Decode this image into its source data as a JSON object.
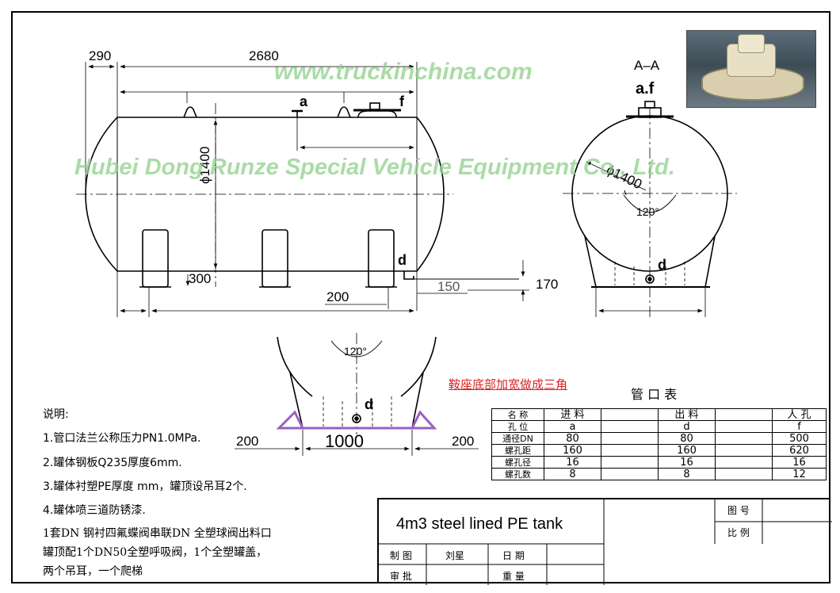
{
  "watermark": {
    "url": "www.truckinchina.com",
    "company": "Hubei Dong Runze Special Vehicle Equipment Co., Ltd."
  },
  "side_view": {
    "dim_overhang": "290",
    "dim_length": "2680",
    "dim_diameter": "ϕ1400",
    "dim_saddle_height": "300",
    "dim_200": "200",
    "dim_150": "150",
    "dim_170": "170",
    "label_a": "a",
    "label_f": "f",
    "label_d": "d"
  },
  "section_view": {
    "title": "A–A",
    "label_af": "a.f",
    "dim_diameter": "ϕ1400",
    "angle": "120°",
    "label_d": "d"
  },
  "saddle_detail": {
    "angle": "120°",
    "label_d": "d",
    "dim_width": "1000",
    "dim_left": "200",
    "dim_right": "200",
    "note_red": "鞍座底部加宽做成三角"
  },
  "notes": {
    "heading": "说明:",
    "line1": "1.管口法兰公称压力PN1.0MPa.",
    "line2": "2.罐体钢板Q235厚度6mm.",
    "line3": "3.罐体衬塑PE厚度        mm，罐顶设吊耳2个.",
    "line4": "4.罐体喷三道防锈漆.",
    "line5": "1套DN   钢衬四氟蝶阀串联DN   全塑球阀出料口",
    "line6": "罐顶配1个DN50全塑呼吸阀，1个全塑罐盖，",
    "line7": "两个吊耳，一个爬梯"
  },
  "pipe_table": {
    "title": "管 口 表",
    "header": [
      "名 称",
      "进 料",
      "",
      "出 料",
      "",
      "人 孔"
    ],
    "rows": [
      [
        "孔 位",
        "a",
        "",
        "d",
        "",
        "f"
      ],
      [
        "通径DN",
        "80",
        "",
        "80",
        "",
        "500"
      ],
      [
        "螺孔距",
        "160",
        "",
        "160",
        "",
        "620"
      ],
      [
        "螺孔径",
        "16",
        "",
        "16",
        "",
        "16"
      ],
      [
        "螺孔数",
        "8",
        "",
        "8",
        "",
        "12"
      ]
    ]
  },
  "title_block": {
    "title": "4m3 steel lined PE tank",
    "drawing_no_label": "图 号",
    "scale_label": "比 例",
    "drawn_label": "制 图",
    "drawn_by": "刘星",
    "date_label": "日 期",
    "approved_label": "审 批",
    "weight_label": "重 量"
  }
}
